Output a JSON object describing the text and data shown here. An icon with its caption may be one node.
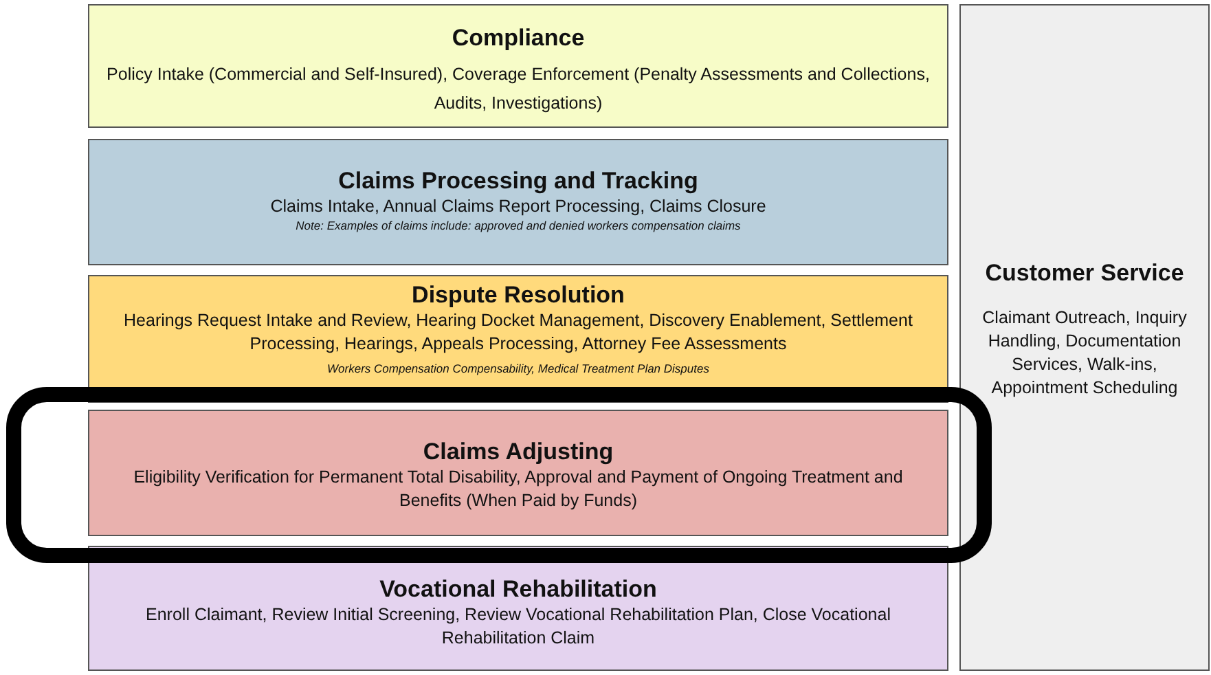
{
  "diagram": {
    "nodes": [
      {
        "text": [
          "Compliance",
          "Policy Intake (Commercial and Self-Insured), Coverage Enforcement (Penalty Assessments and Collections, Audits, Investigations)"
        ]
      },
      {
        "text": [
          "Claims Processing and Tracking",
          "Claims Intake, Annual Claims Report Processing, Claims Closure",
          "Note:  Examples of claims include: approved and denied workers compensation claims"
        ]
      },
      {
        "text": [
          "Dispute Resolution",
          "Hearings Request Intake and Review, Hearing Docket Management, Discovery Enablement, Settlement Processing, Hearings, Appeals Processing, Attorney Fee Assessments",
          "Workers Compensation Compensability, Medical Treatment Plan Disputes"
        ]
      },
      {
        "text": [
          "Claims Adjusting",
          "Eligibility Verification for Permanent Total Disability, Approval and Payment of Ongoing Treatment and Benefits (When Paid by Funds)"
        ]
      },
      {
        "text": [
          "Vocational Rehabilitation",
          "Enroll Claimant, Review Initial Screening, Review Vocational Rehabilitation Plan, Close Vocational Rehabilitation Claim"
        ]
      },
      {
        "text": [
          "Customer Service",
          "Claimant Outreach, Inquiry Handling, Documentation Services, Walk-ins, Appointment Scheduling"
        ]
      }
    ]
  }
}
